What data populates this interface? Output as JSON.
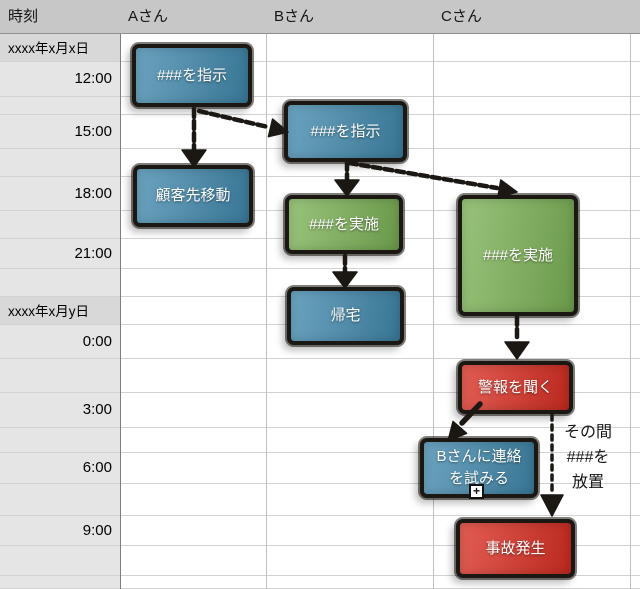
{
  "header": {
    "time_label": "時刻",
    "cols": [
      "Aさん",
      "Bさん",
      "Cさん"
    ]
  },
  "axis": {
    "date1": "xxxx年x月x日",
    "times1": [
      "12:00",
      "15:00",
      "18:00",
      "21:00"
    ],
    "date2": "xxxx年x月y日",
    "times2": [
      "0:00",
      "3:00",
      "6:00",
      "9:00"
    ]
  },
  "boxes": {
    "a1": {
      "label": "###を指示",
      "color_key": "blue"
    },
    "a2": {
      "label": "顧客先移動",
      "color_key": "blue"
    },
    "b1": {
      "label": "###を指示",
      "color_key": "blue"
    },
    "b2": {
      "label": "###を実施",
      "color_key": "green"
    },
    "b3": {
      "label": "帰宅",
      "color_key": "blue"
    },
    "c1": {
      "label": "###を実施",
      "color_key": "green"
    },
    "c2": {
      "label": "警報を聞く",
      "color_key": "red"
    },
    "c3": {
      "line1": "Bさんに連絡",
      "line2": "を試みる",
      "badge": "+",
      "color_key": "blue"
    },
    "c4": {
      "label": "事故発生",
      "color_key": "red"
    }
  },
  "note": {
    "lines": [
      "その間",
      "###を",
      "放置"
    ]
  },
  "colors": {
    "blue": "#4189ad",
    "green": "#7cb256",
    "red": "#d92f23",
    "header-bg": "#c7c7c7",
    "leftcol-bg": "#e5e5e5",
    "daterow-bg": "#d8d8d8",
    "ink": "#1b1713"
  }
}
